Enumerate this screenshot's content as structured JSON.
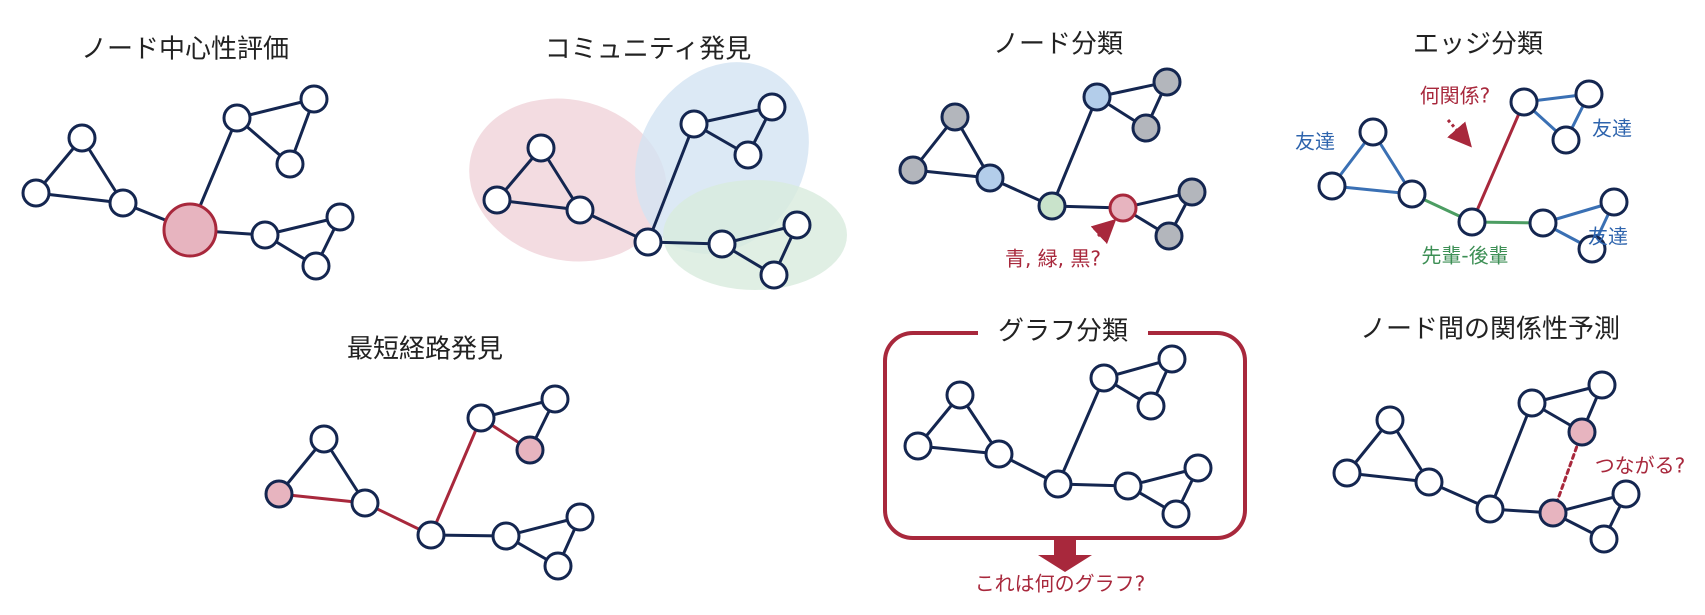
{
  "colors": {
    "navy": "#142650",
    "red": "#a8283c",
    "pink": "#e7b4bf",
    "blue": "#b3cdea",
    "green": "#c9e3cb",
    "gray": "#b3b6bc",
    "edge_blue": "#3a70b4",
    "edge_green": "#4c9d62",
    "text_blue": "#2e64ad",
    "text_green": "#3d8f55",
    "text_red": "#a8283c",
    "region_red": "#f1d6dc",
    "region_blue": "#d3e3f3",
    "region_green": "#d8ebdd"
  },
  "panels": {
    "centrality": {
      "title": "ノード中心性評価"
    },
    "community": {
      "title": "コミュニティ発見"
    },
    "node_classification": {
      "title": "ノード分類",
      "annotation": "青, 緑, 黒?"
    },
    "edge_classification": {
      "title": "エッジ分類",
      "annotation": "何関係?",
      "label_friend_left": "友達",
      "label_friend_right_top": "友達",
      "label_friend_right_bottom": "友達",
      "label_senior_junior": "先輩-後輩"
    },
    "shortest_path": {
      "title": "最短経路発見"
    },
    "graph_classification": {
      "title": "グラフ分類",
      "question": "これは何のグラフ?"
    },
    "link_prediction": {
      "title": "ノード間の関係性予測",
      "annotation": "つながる?"
    }
  }
}
